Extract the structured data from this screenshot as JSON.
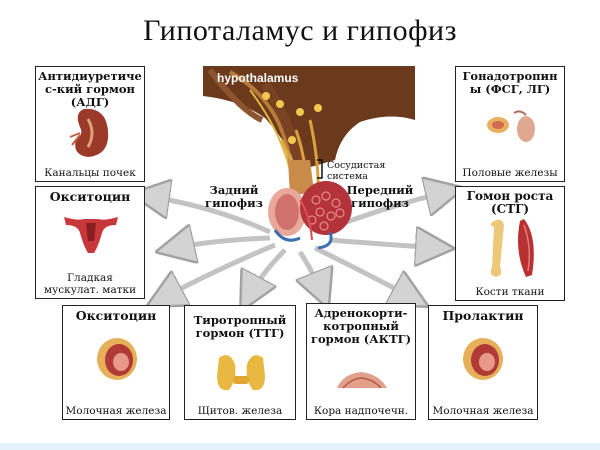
{
  "title": "Гипоталамус и гипофиз",
  "center": {
    "hypothalamus_label": "hypothalamus",
    "vascular_label": "Сосудистая система",
    "posterior_label": "Задний гипофиз",
    "anterior_label": "Передний гипофиз"
  },
  "boxes": {
    "adh": {
      "head": "Антидиуретиче с-кий гормон (АДГ)",
      "foot": "Канальцы почек"
    },
    "oxytocin_top": {
      "head": "Окситоцин",
      "foot": "Гладкая мускулат. матки"
    },
    "oxytocin_bottom": {
      "head": "Окситоцин",
      "foot": "Молочная железа"
    },
    "tsh": {
      "head": "Тиротропный гормон (ТТГ)",
      "foot": "Щитов. железа"
    },
    "acth": {
      "head": "Адренокорти-котропный гормон (АКТГ)",
      "foot": "Кора надпочечн."
    },
    "prolactin": {
      "head": "Пролактин",
      "foot": "Молочная железа"
    },
    "gonadotropins": {
      "head": "Гонадотропин ы (ФСГ, ЛГ)",
      "foot": "Половые железы"
    },
    "growth": {
      "head": "Гомон роста (СТГ)",
      "foot": "Кости ткани"
    }
  },
  "colors": {
    "hypothalamus_brown": "#6b3a1c",
    "arrow_gray": "#d8d8d8",
    "tissue_red": "#b4323a",
    "gland_yellow": "#e8b840"
  }
}
